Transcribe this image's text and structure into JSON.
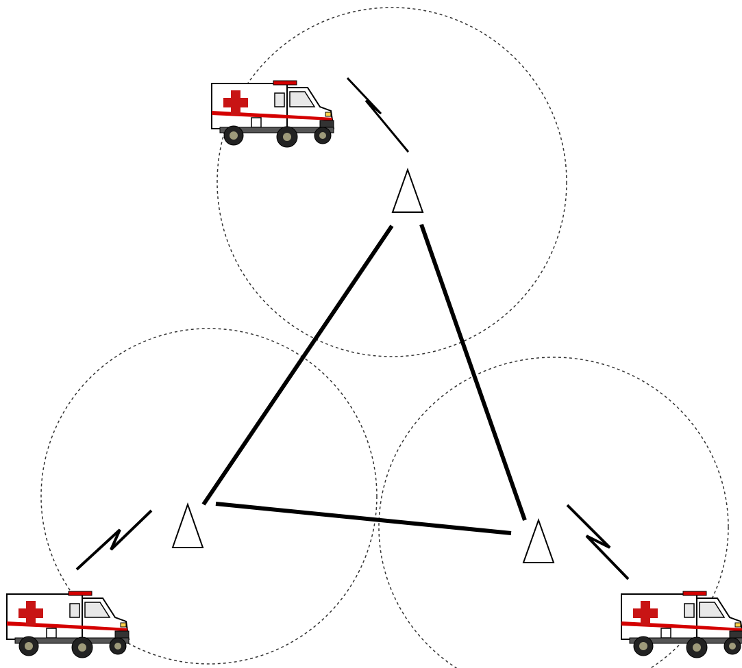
{
  "diagram": {
    "type": "cellular-network",
    "cells": [
      {
        "name": "cell-top"
      },
      {
        "name": "cell-bottom-left"
      },
      {
        "name": "cell-bottom-right"
      }
    ],
    "base_stations": [
      {
        "name": "base-station-top"
      },
      {
        "name": "base-station-bottom-left"
      },
      {
        "name": "base-station-bottom-right"
      }
    ],
    "backhaul_links": [
      {
        "from": "base-station-top",
        "to": "base-station-bottom-left"
      },
      {
        "from": "base-station-top",
        "to": "base-station-bottom-right"
      },
      {
        "from": "base-station-bottom-left",
        "to": "base-station-bottom-right"
      }
    ],
    "vehicles": [
      {
        "name": "ambulance-top",
        "icon": "ambulance-icon",
        "cell": "cell-top"
      },
      {
        "name": "ambulance-bottom-left",
        "icon": "ambulance-icon",
        "cell": "cell-bottom-left"
      },
      {
        "name": "ambulance-bottom-right",
        "icon": "ambulance-icon",
        "cell": "cell-bottom-right"
      }
    ],
    "wireless_links": [
      {
        "from": "ambulance-top",
        "to": "base-station-top",
        "icon": "lightning-icon"
      },
      {
        "from": "ambulance-bottom-left",
        "to": "base-station-bottom-left",
        "icon": "lightning-icon"
      },
      {
        "from": "ambulance-bottom-right",
        "to": "base-station-bottom-right",
        "icon": "lightning-icon"
      }
    ],
    "colors": {
      "cell_border": "#333333",
      "link": "#000000",
      "ambulance_body": "#ffffff",
      "ambulance_stripe": "#d40000",
      "ambulance_cross": "#c81414"
    }
  }
}
